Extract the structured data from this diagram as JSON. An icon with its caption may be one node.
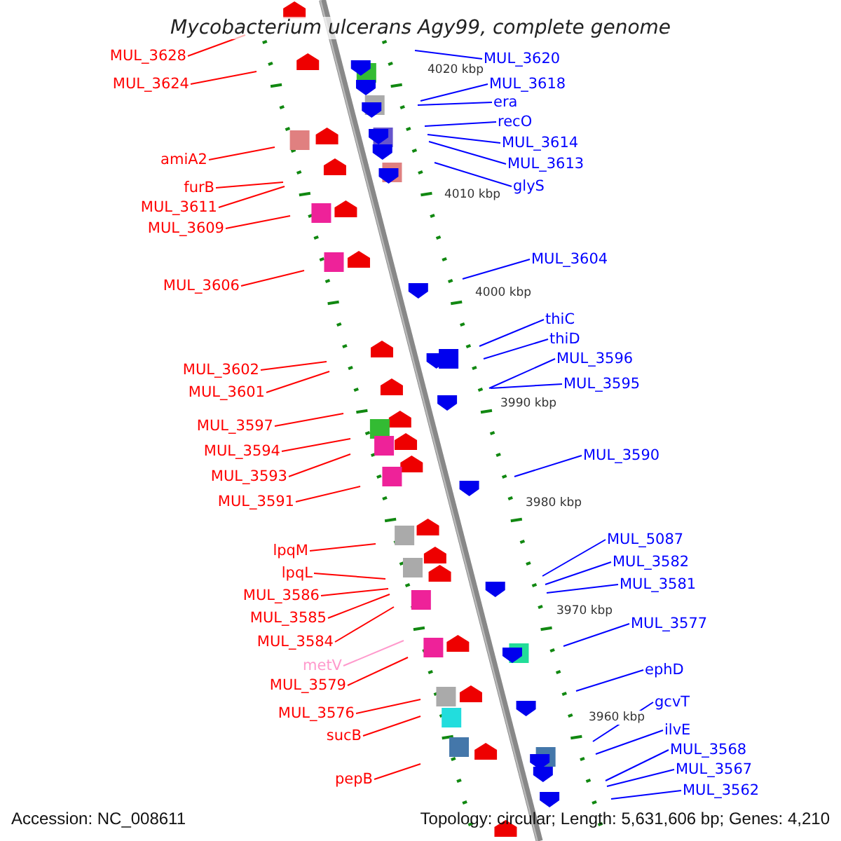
{
  "diagram": {
    "title": "Mycobacterium ulcerans Agy99, complete genome",
    "nodes": [
      {
        "text": [
          "MUL_3628"
        ]
      },
      {
        "text": [
          "MUL_3624"
        ]
      },
      {
        "text": [
          "amiA2"
        ]
      },
      {
        "text": [
          "furB"
        ]
      },
      {
        "text": [
          "MUL_3611"
        ]
      },
      {
        "text": [
          "MUL_3609"
        ]
      },
      {
        "text": [
          "MUL_3606"
        ]
      },
      {
        "text": [
          "MUL_3602"
        ]
      },
      {
        "text": [
          "MUL_3601"
        ]
      },
      {
        "text": [
          "MUL_3597"
        ]
      },
      {
        "text": [
          "MUL_3594"
        ]
      },
      {
        "text": [
          "MUL_3593"
        ]
      },
      {
        "text": [
          "MUL_3591"
        ]
      },
      {
        "text": [
          "lpqM"
        ]
      },
      {
        "text": [
          "lpqL"
        ]
      },
      {
        "text": [
          "MUL_3586"
        ]
      },
      {
        "text": [
          "MUL_3585"
        ]
      },
      {
        "text": [
          "MUL_3584"
        ]
      },
      {
        "text": [
          "metV"
        ]
      },
      {
        "text": [
          "MUL_3579"
        ]
      },
      {
        "text": [
          "MUL_3576"
        ]
      },
      {
        "text": [
          "sucB"
        ]
      },
      {
        "text": [
          "pepB"
        ]
      },
      {
        "text": [
          "MUL_3620"
        ]
      },
      {
        "text": [
          "MUL_3618"
        ]
      },
      {
        "text": [
          "era"
        ]
      },
      {
        "text": [
          "recO"
        ]
      },
      {
        "text": [
          "MUL_3614"
        ]
      },
      {
        "text": [
          "MUL_3613"
        ]
      },
      {
        "text": [
          "glyS"
        ]
      },
      {
        "text": [
          "MUL_3604"
        ]
      },
      {
        "text": [
          "thiC"
        ]
      },
      {
        "text": [
          "thiD"
        ]
      },
      {
        "text": [
          "MUL_3596"
        ]
      },
      {
        "text": [
          "MUL_3595"
        ]
      },
      {
        "text": [
          "MUL_3590"
        ]
      },
      {
        "text": [
          "MUL_5087"
        ]
      },
      {
        "text": [
          "MUL_3582"
        ]
      },
      {
        "text": [
          "MUL_3581"
        ]
      },
      {
        "text": [
          "MUL_3577"
        ]
      },
      {
        "text": [
          "ephD"
        ]
      },
      {
        "text": [
          "gcvT"
        ]
      },
      {
        "text": [
          "ilvE"
        ]
      },
      {
        "text": [
          "MUL_3568"
        ]
      },
      {
        "text": [
          "MUL_3567"
        ]
      },
      {
        "text": [
          "MUL_3562"
        ]
      }
    ],
    "edges": [
      {
        "from": 0,
        "to": null,
        "arrow": "none",
        "color": "#ff0000"
      },
      {
        "from": 1,
        "to": null,
        "arrow": "none",
        "color": "#ff0000"
      },
      {
        "from": 2,
        "to": null,
        "arrow": "none",
        "color": "#ff0000"
      },
      {
        "from": 3,
        "to": null,
        "arrow": "none",
        "color": "#ff0000"
      },
      {
        "from": 4,
        "to": null,
        "arrow": "none",
        "color": "#ff0000"
      },
      {
        "from": 5,
        "to": null,
        "arrow": "none",
        "color": "#ff0000"
      },
      {
        "from": 6,
        "to": null,
        "arrow": "none",
        "color": "#ff0000"
      },
      {
        "from": 7,
        "to": null,
        "arrow": "none",
        "color": "#ff0000"
      },
      {
        "from": 8,
        "to": null,
        "arrow": "none",
        "color": "#ff0000"
      },
      {
        "from": 9,
        "to": null,
        "arrow": "none",
        "color": "#ff0000"
      },
      {
        "from": 10,
        "to": null,
        "arrow": "none",
        "color": "#ff0000"
      },
      {
        "from": 11,
        "to": null,
        "arrow": "none",
        "color": "#ff0000"
      },
      {
        "from": 12,
        "to": null,
        "arrow": "none",
        "color": "#ff0000"
      },
      {
        "from": 13,
        "to": null,
        "arrow": "none",
        "color": "#ff0000"
      },
      {
        "from": 14,
        "to": null,
        "arrow": "none",
        "color": "#ff0000"
      },
      {
        "from": 15,
        "to": null,
        "arrow": "none",
        "color": "#ff0000"
      },
      {
        "from": 16,
        "to": null,
        "arrow": "none",
        "color": "#ff0000"
      },
      {
        "from": 17,
        "to": null,
        "arrow": "none",
        "color": "#ff0000"
      },
      {
        "from": 18,
        "to": null,
        "arrow": "none",
        "color": "#ff99cc"
      },
      {
        "from": 19,
        "to": null,
        "arrow": "none",
        "color": "#ff0000"
      },
      {
        "from": 20,
        "to": null,
        "arrow": "none",
        "color": "#ff0000"
      },
      {
        "from": 21,
        "to": null,
        "arrow": "none",
        "color": "#ff0000"
      },
      {
        "from": 22,
        "to": null,
        "arrow": "none",
        "color": "#ff0000"
      },
      {
        "from": 23,
        "to": null,
        "arrow": "none",
        "color": "#0000ff"
      },
      {
        "from": 24,
        "to": null,
        "arrow": "none",
        "color": "#0000ff"
      },
      {
        "from": 25,
        "to": null,
        "arrow": "none",
        "color": "#0000ff"
      },
      {
        "from": 26,
        "to": null,
        "arrow": "none",
        "color": "#0000ff"
      },
      {
        "from": 27,
        "to": null,
        "arrow": "none",
        "color": "#0000ff"
      },
      {
        "from": 28,
        "to": null,
        "arrow": "none",
        "color": "#0000ff"
      },
      {
        "from": 29,
        "to": null,
        "arrow": "none",
        "color": "#0000ff"
      },
      {
        "from": 30,
        "to": null,
        "arrow": "none",
        "color": "#0000ff"
      },
      {
        "from": 31,
        "to": null,
        "arrow": "none",
        "color": "#0000ff"
      },
      {
        "from": 32,
        "to": null,
        "arrow": "none",
        "color": "#0000ff"
      },
      {
        "from": 33,
        "to": null,
        "arrow": "none",
        "color": "#0000ff"
      },
      {
        "from": 34,
        "to": null,
        "arrow": "none",
        "color": "#0000ff"
      },
      {
        "from": 35,
        "to": null,
        "arrow": "none",
        "color": "#0000ff"
      },
      {
        "from": 36,
        "to": null,
        "arrow": "none",
        "color": "#0000ff"
      },
      {
        "from": 37,
        "to": null,
        "arrow": "none",
        "color": "#0000ff"
      },
      {
        "from": 38,
        "to": null,
        "arrow": "none",
        "color": "#0000ff"
      },
      {
        "from": 39,
        "to": null,
        "arrow": "none",
        "color": "#0000ff"
      },
      {
        "from": 40,
        "to": null,
        "arrow": "none",
        "color": "#0000ff"
      },
      {
        "from": 41,
        "to": null,
        "arrow": "none",
        "color": "#0000ff"
      },
      {
        "from": 42,
        "to": null,
        "arrow": "none",
        "color": "#0000ff"
      },
      {
        "from": 43,
        "to": null,
        "arrow": "none",
        "color": "#0000ff"
      },
      {
        "from": 44,
        "to": null,
        "arrow": "none",
        "color": "#0000ff"
      },
      {
        "from": 45,
        "to": null,
        "arrow": "none",
        "color": "#0000ff"
      }
    ],
    "labels": [
      "4020 kbp",
      "4010 kbp",
      "4000 kbp",
      "3990 kbp",
      "3980 kbp",
      "3970 kbp",
      "3960 kbp",
      "Accession: NC_008611",
      "Topology: circular; Length: 5,631,606 bp; Genes: 4,210"
    ]
  }
}
